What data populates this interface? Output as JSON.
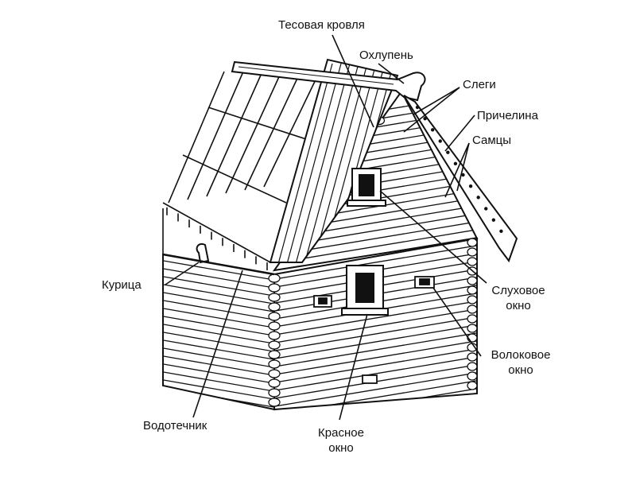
{
  "diagram": {
    "colors": {
      "ink": "#111111",
      "paper": "#ffffff"
    },
    "labels": {
      "tesovaya_krovlya": "Тесовая кровля",
      "okhlupen": "Охлупень",
      "slegi": "Слеги",
      "prichelina": "Причелина",
      "samtsy": "Самцы",
      "kuritsa": "Курица",
      "slukhovoe_okno_1": "Слуховое",
      "slukhovoe_okno_2": "окно",
      "volokovoe_okno_1": "Волоковое",
      "volokovoe_okno_2": "окно",
      "vodotechnik": "Водотечник",
      "krasnoe_okno_1": "Красное",
      "krasnoe_okno_2": "окно"
    }
  }
}
